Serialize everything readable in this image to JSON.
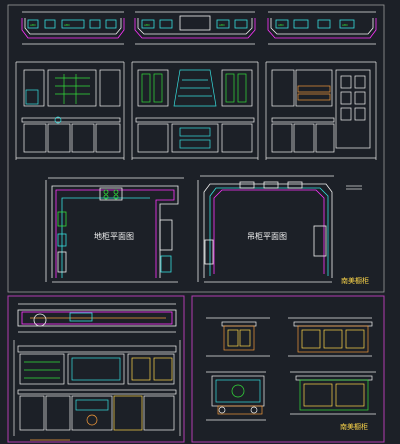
{
  "drawing": {
    "plan_labels": {
      "base_plan": "地柜平面图",
      "wall_plan": "吊柜平面图"
    },
    "brand_labels": {
      "top_sheet": "南美橱柜",
      "bottom_sheet": "南美橱柜"
    },
    "colors": {
      "background": "#1c2027",
      "white_line": "#f2f2f2",
      "cyan_line": "#37e0e0",
      "magenta_line": "#ff33ff",
      "green_line": "#33e03a",
      "yellow_line": "#ffd84a",
      "orange_line": "#f39a3a",
      "sheet_border": "#b3b3b3",
      "purple_border": "#b23db2"
    }
  }
}
